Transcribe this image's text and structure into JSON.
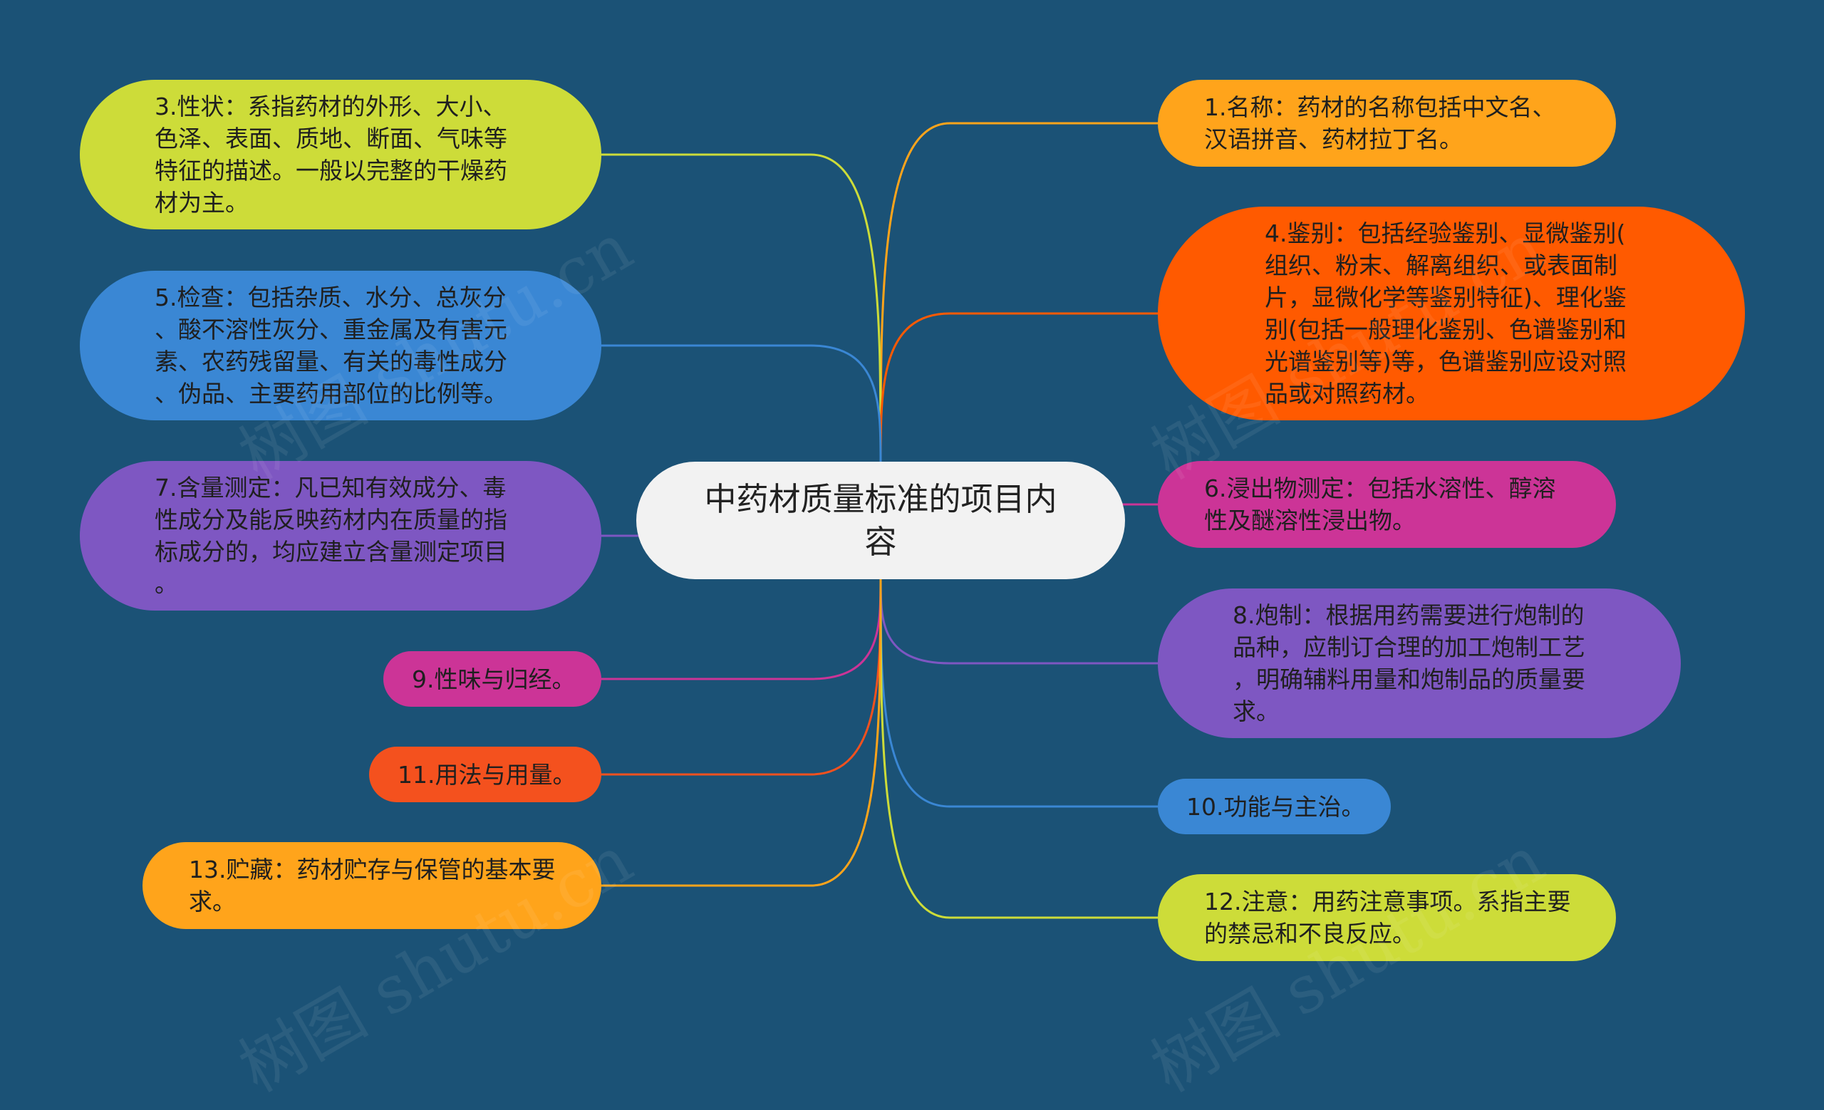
{
  "colors": {
    "background": "#1b5276",
    "center": "#f2f2f2",
    "yellow_green": "#cddc39",
    "blue": "#3a87d4",
    "purple": "#7e57c2",
    "magenta": "#cc3497",
    "orange_red": "#f4511e",
    "orange": "#ffa41b",
    "deep_orange": "#ff5a00"
  },
  "center": {
    "text": "中药材质量标准的项目内\n容"
  },
  "nodes": [
    {
      "id": "n1",
      "text": "1.名称：药材的名称包括中文名、\n汉语拼音、药材拉丁名。",
      "color": "#ffa41b"
    },
    {
      "id": "n3",
      "text": "3.性状：系指药材的外形、大小、\n色泽、表面、质地、断面、气味等\n特征的描述。一般以完整的干燥药\n材为主。",
      "color": "#cddc39"
    },
    {
      "id": "n4",
      "text": "4.鉴别：包括经验鉴别、显微鉴别(\n组织、粉末、解离组织、或表面制\n片，显微化学等鉴别特征)、理化鉴\n别(包括一般理化鉴别、色谱鉴别和\n光谱鉴别等)等，色谱鉴别应设对照\n品或对照药材。",
      "color": "#ff5a00"
    },
    {
      "id": "n5",
      "text": "5.检查：包括杂质、水分、总灰分\n、酸不溶性灰分、重金属及有害元\n素、农药残留量、有关的毒性成分\n、伪品、主要药用部位的比例等。",
      "color": "#3a87d4"
    },
    {
      "id": "n6",
      "text": "6.浸出物测定：包括水溶性、醇溶\n性及醚溶性浸出物。",
      "color": "#cc3497"
    },
    {
      "id": "n7",
      "text": "7.含量测定：凡已知有效成分、毒\n性成分及能反映药材内在质量的指\n标成分的，均应建立含量测定项目\n。",
      "color": "#7e57c2"
    },
    {
      "id": "n8",
      "text": "8.炮制：根据用药需要进行炮制的\n品种，应制订合理的加工炮制工艺\n，明确辅料用量和炮制品的质量要\n求。",
      "color": "#7e57c2"
    },
    {
      "id": "n9",
      "text": "9.性味与归经。",
      "color": "#cc3497"
    },
    {
      "id": "n10",
      "text": "10.功能与主治。",
      "color": "#3a87d4"
    },
    {
      "id": "n11",
      "text": "11.用法与用量。",
      "color": "#f4511e"
    },
    {
      "id": "n12",
      "text": "12.注意：用药注意事项。系指主要\n的禁忌和不良反应。",
      "color": "#cddc39"
    },
    {
      "id": "n13",
      "text": "13.贮藏：药材贮存与保管的基本要\n求。",
      "color": "#ffa41b"
    }
  ],
  "watermark": "树图 shutu.cn"
}
